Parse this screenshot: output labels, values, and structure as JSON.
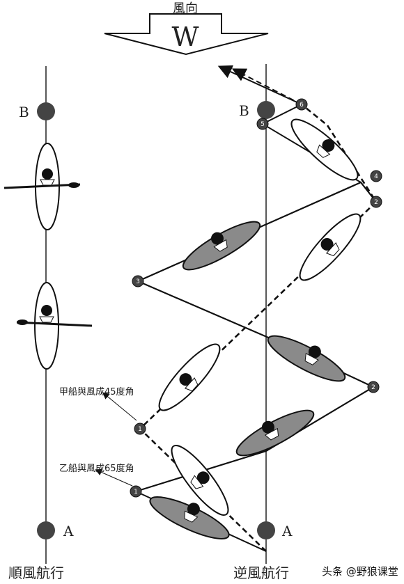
{
  "header": {
    "title": "風向",
    "direction_letter": "W"
  },
  "points": {
    "b_left": "B",
    "a_left": "A",
    "b_right": "B",
    "a_right": "A"
  },
  "annotations": {
    "boat_a": "甲船與風成45度角",
    "boat_b": "乙船與風成65度角"
  },
  "markers": [
    "1",
    "1",
    "2",
    "2",
    "3",
    "4",
    "5",
    "6"
  ],
  "captions": {
    "downwind": "順風航行",
    "upwind": "逆風航行"
  },
  "watermark": "头条 @野狼课堂",
  "colors": {
    "line": "#111111",
    "marker": "#444444",
    "boat_gray": "#8a8a8a"
  }
}
